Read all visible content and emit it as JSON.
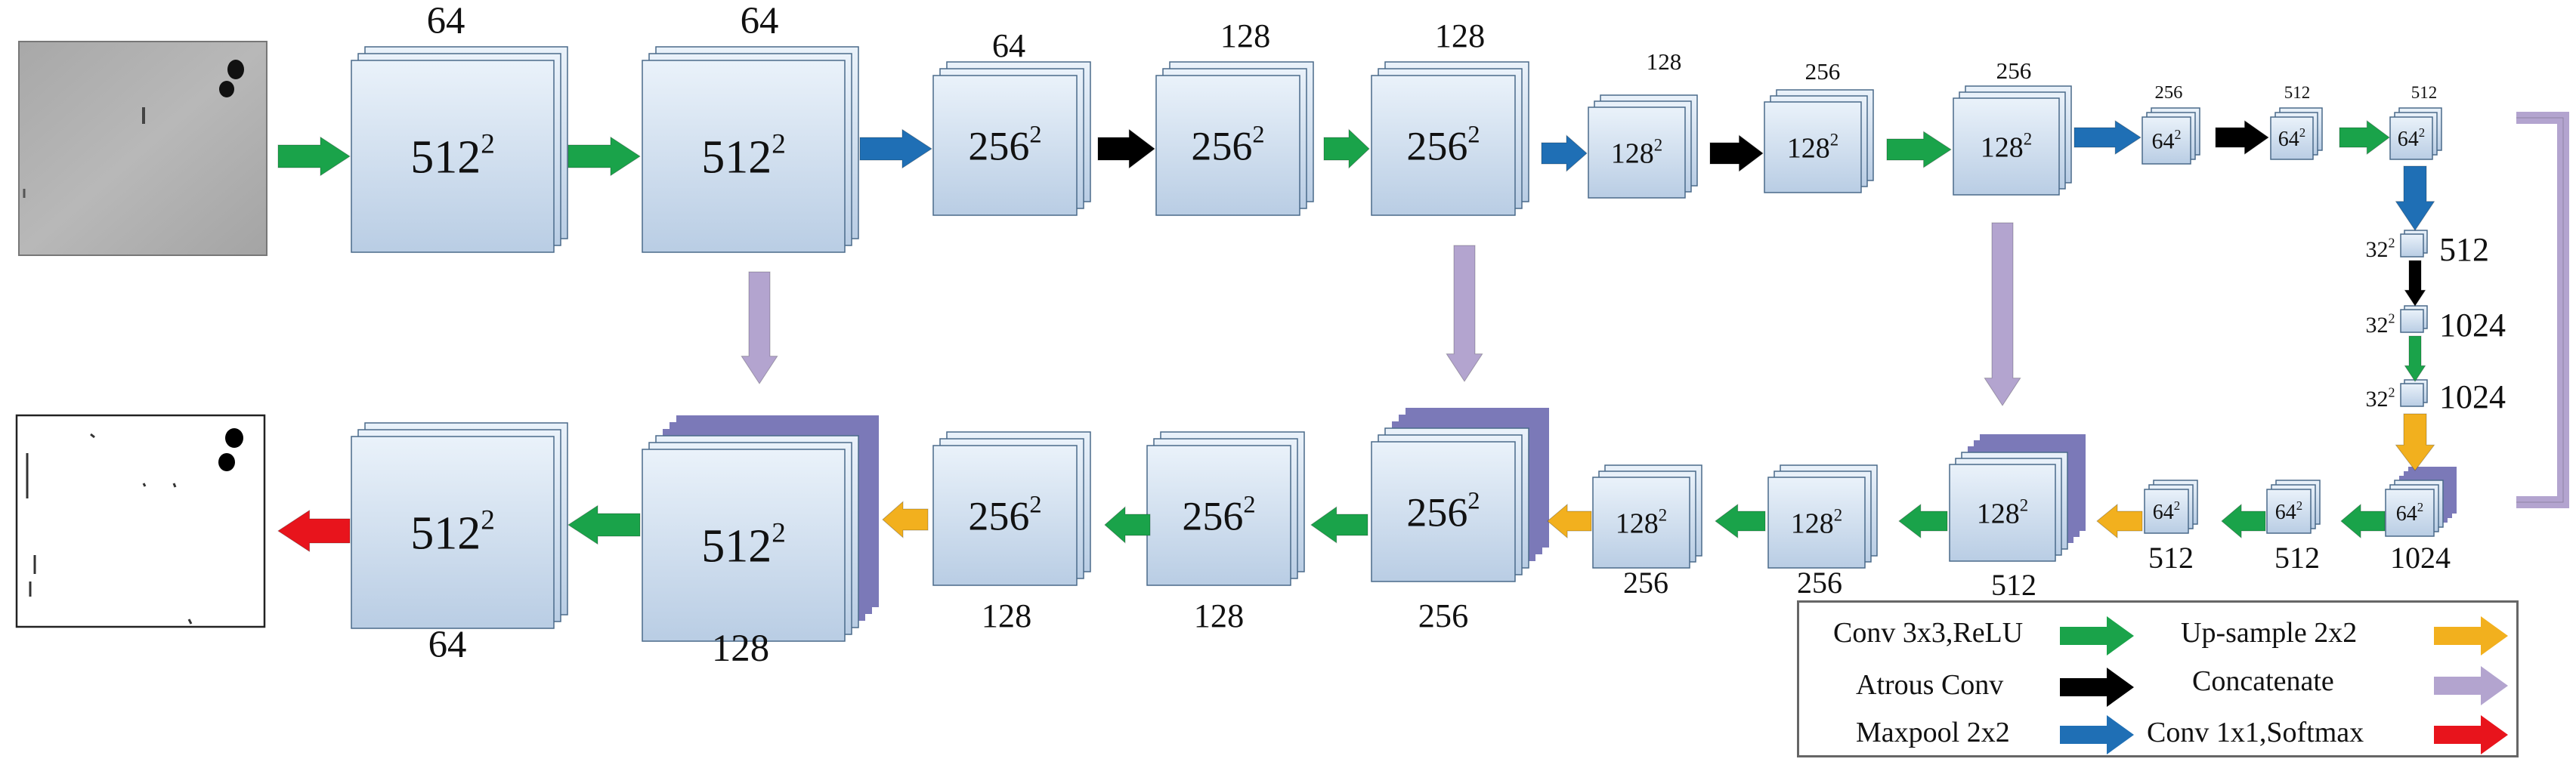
{
  "diagram": {
    "input_image": "input-grayscale-surface-image",
    "output_image": "output-binary-segmentation-map",
    "encoder_blocks": [
      {
        "size_base": "512",
        "exp": "2",
        "channels": "64"
      },
      {
        "size_base": "512",
        "exp": "2",
        "channels": "64"
      },
      {
        "size_base": "256",
        "exp": "2",
        "channels": "64"
      },
      {
        "size_base": "256",
        "exp": "2",
        "channels": "128"
      },
      {
        "size_base": "256",
        "exp": "2",
        "channels": "128"
      },
      {
        "size_base": "128",
        "exp": "2",
        "channels": "128"
      },
      {
        "size_base": "128",
        "exp": "2",
        "channels": "256"
      },
      {
        "size_base": "128",
        "exp": "2",
        "channels": "256"
      },
      {
        "size_base": "64",
        "exp": "2",
        "channels": "256"
      },
      {
        "size_base": "64",
        "exp": "2",
        "channels": "512"
      },
      {
        "size_base": "64",
        "exp": "2",
        "channels": "512"
      }
    ],
    "bottleneck_blocks": [
      {
        "size_base": "32",
        "exp": "2",
        "channels": "512"
      },
      {
        "size_base": "32",
        "exp": "2",
        "channels": "1024"
      },
      {
        "size_base": "32",
        "exp": "2",
        "channels": "1024"
      }
    ],
    "decoder_blocks": [
      {
        "size_base": "64",
        "exp": "2",
        "channels": "1024"
      },
      {
        "size_base": "64",
        "exp": "2",
        "channels": "512"
      },
      {
        "size_base": "64",
        "exp": "2",
        "channels": "512"
      },
      {
        "size_base": "128",
        "exp": "2",
        "channels": "512"
      },
      {
        "size_base": "128",
        "exp": "2",
        "channels": "256"
      },
      {
        "size_base": "128",
        "exp": "2",
        "channels": "256"
      },
      {
        "size_base": "256",
        "exp": "2",
        "channels": "256"
      },
      {
        "size_base": "256",
        "exp": "2",
        "channels": "128"
      },
      {
        "size_base": "256",
        "exp": "2",
        "channels": "128"
      },
      {
        "size_base": "512",
        "exp": "2",
        "channels": "128"
      },
      {
        "size_base": "512",
        "exp": "2",
        "channels": "64"
      }
    ]
  },
  "legend": {
    "conv_relu": "Conv 3x3,ReLU",
    "atrous_conv": "Atrous Conv",
    "maxpool": "Maxpool 2x2",
    "upsample": "Up-sample 2x2",
    "concatenate": "Concatenate",
    "conv1x1_softmax": "Conv 1x1,Softmax"
  },
  "colors": {
    "conv_relu": "#1aa34a",
    "atrous_conv": "#000000",
    "maxpool": "#1f6fb5",
    "upsample": "#f2b01e",
    "concatenate": "#b3a4cf",
    "conv1x1_softmax": "#e8141c",
    "block_fill_top": "#e6eff8",
    "block_fill_bottom": "#bcd0e6",
    "block_stroke": "#4a6a8a",
    "concat_layer": "#7b79b8"
  }
}
